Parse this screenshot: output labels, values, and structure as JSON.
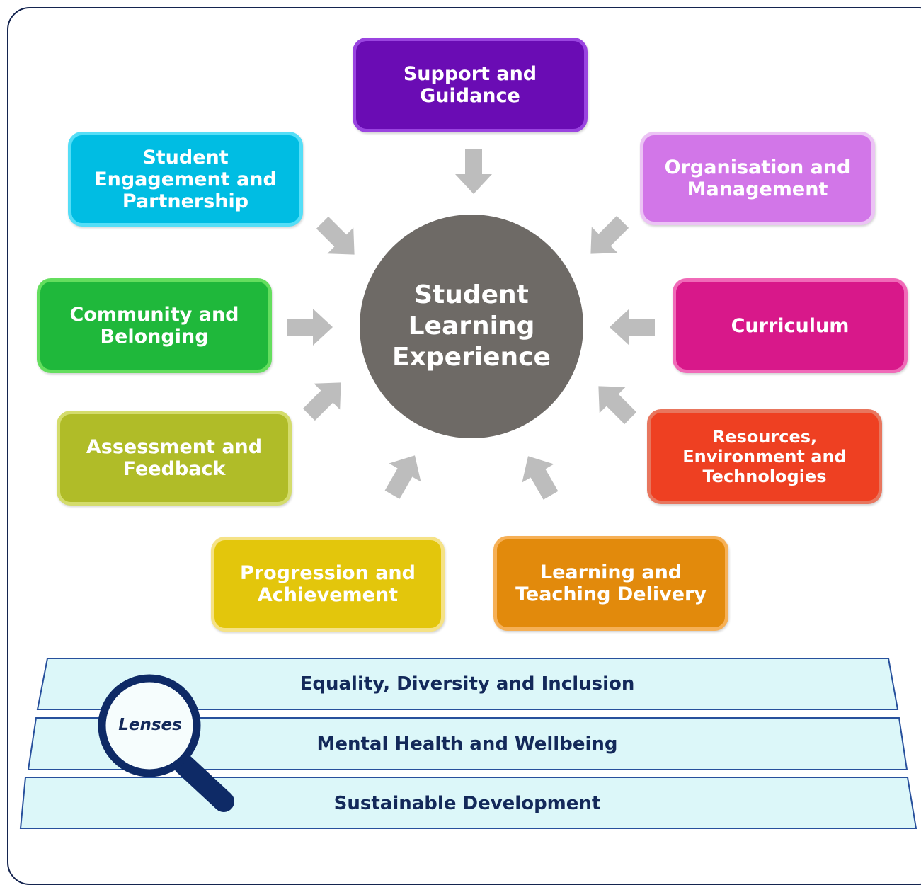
{
  "center": {
    "label": "Student Learning Experience",
    "color": "#6e6a66"
  },
  "themes": [
    {
      "id": "support",
      "label": "Support and Guidance",
      "fill": "#6a0cb4",
      "border": "#9a44e0"
    },
    {
      "id": "organisation",
      "label": "Organisation and Management",
      "fill": "#d276e8",
      "border": "#ecc3f5"
    },
    {
      "id": "curriculum",
      "label": "Curriculum",
      "fill": "#d8188a",
      "border": "#f06ab8"
    },
    {
      "id": "resources",
      "label": "Resources, Environment and Technologies",
      "fill": "#ee4022",
      "border": "#e8765e"
    },
    {
      "id": "learning",
      "label": "Learning and Teaching Delivery",
      "fill": "#e28a0c",
      "border": "#f6b056"
    },
    {
      "id": "progression",
      "label": "Progression and Achievement",
      "fill": "#e3c60c",
      "border": "#f5e286"
    },
    {
      "id": "assessment",
      "label": "Assessment and Feedback",
      "fill": "#b0bc28",
      "border": "#d4dc6c"
    },
    {
      "id": "community",
      "label": "Community and Belonging",
      "fill": "#1fb83b",
      "border": "#64de5e"
    },
    {
      "id": "engagement",
      "label": "Student Engagement and Partnership",
      "fill": "#00bde3",
      "border": "#55def7"
    }
  ],
  "lenses": {
    "label": "Lenses",
    "bands": [
      "Equality, Diversity and Inclusion",
      "Mental Health and Wellbeing",
      "Sustainable Development"
    ],
    "band_fill": "#dcf7f9",
    "band_border": "#27509c"
  },
  "arrow_color": "#bdbdbd",
  "frame_color": "#14244f"
}
